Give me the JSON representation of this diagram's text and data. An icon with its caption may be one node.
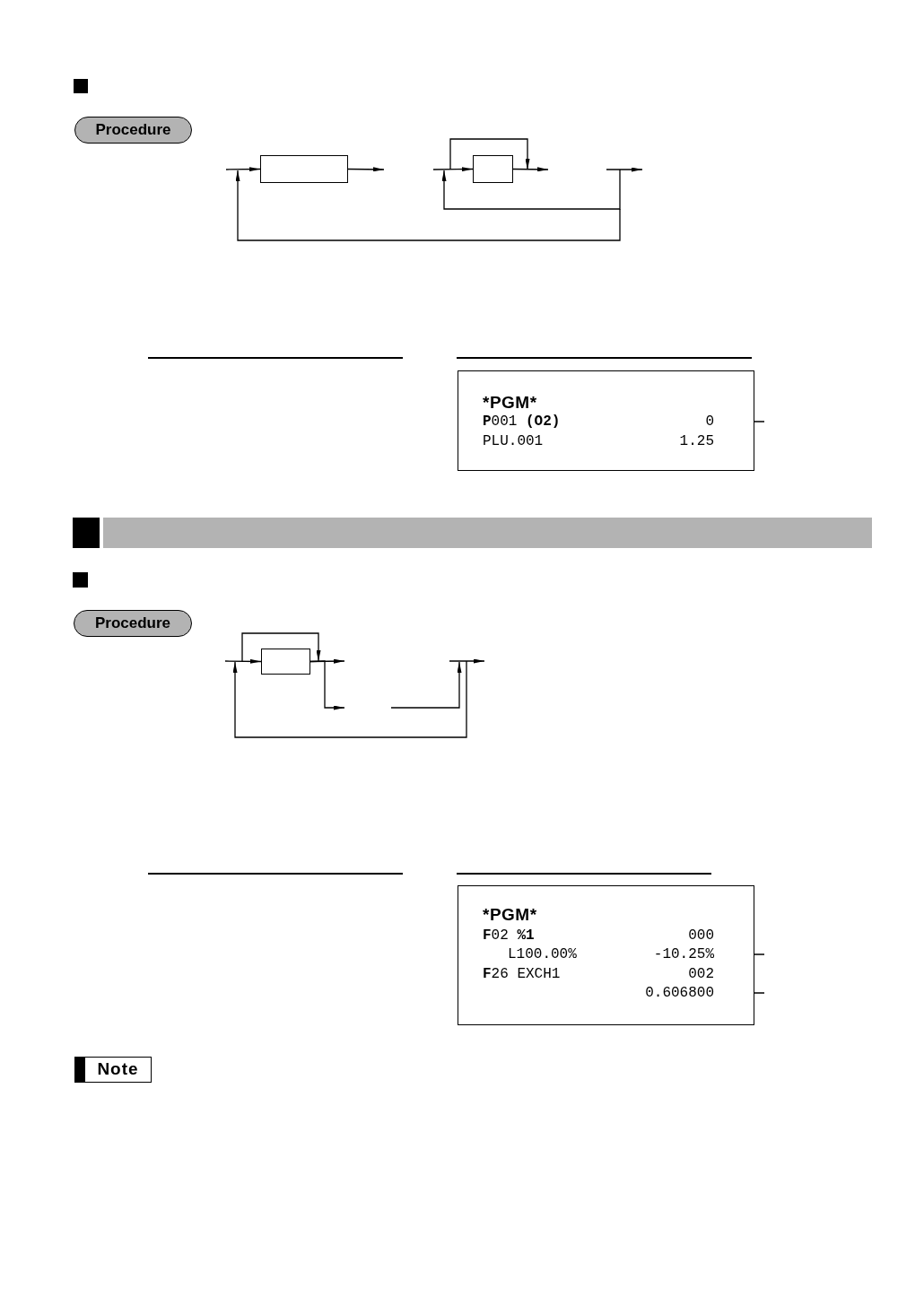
{
  "diagram": {
    "nodes": [
      {
        "text": [
          "Procedure"
        ]
      },
      {
        "text": [],
        "shape": "box"
      },
      {
        "text": [],
        "shape": "box"
      },
      {
        "text": [
          "*PGM*",
          "**P**001 **(O2)**",
          "PLU.001",
          "1.25"
        ]
      },
      {
        "text": [
          "0"
        ],
        "in": 3
      },
      {
        "text": [
          "Procedure"
        ]
      },
      {
        "text": [],
        "shape": "box"
      },
      {
        "text": [
          "*PGM*",
          "**F**02 **%1**",
          "000",
          "L100.00%",
          "**F**26 EXCH1",
          "002"
        ]
      },
      {
        "text": [
          "-10.25%"
        ],
        "in": 7
      },
      {
        "text": [
          "0.606800"
        ],
        "in": 7
      },
      {
        "text": [
          "Note"
        ]
      }
    ],
    "edges": [
      {
        "from": null,
        "to": 1,
        "arrow": "to"
      },
      {
        "from": 1,
        "to": null,
        "arrow": "to"
      },
      {
        "from": null,
        "to": 2,
        "arrow": "to"
      },
      {
        "from": 2,
        "to": null,
        "arrow": "to"
      },
      {
        "from": null,
        "to": 4,
        "arrow": "none"
      },
      {
        "from": null,
        "to": 6,
        "arrow": "to"
      },
      {
        "from": 6,
        "to": null,
        "arrow": "to"
      },
      {
        "from": 6,
        "to": null,
        "arrow": "to"
      },
      {
        "from": null,
        "to": 8,
        "arrow": "none"
      },
      {
        "from": null,
        "to": 9,
        "arrow": "none"
      }
    ]
  }
}
